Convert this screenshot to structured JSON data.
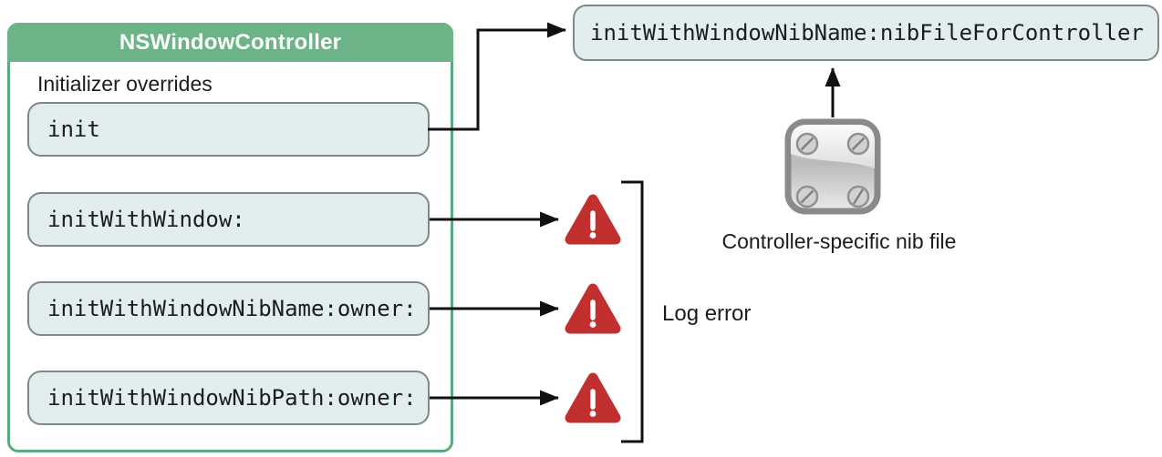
{
  "class_box": {
    "title": "NSWindowController",
    "section_label": "Initializer overrides",
    "methods": [
      "init",
      "initWithWindow:",
      "initWithWindowNibName:owner:",
      "initWithWindowNibPath:owner:"
    ]
  },
  "designated_initializer": {
    "label": "initWithWindowNibName:nibFileForController"
  },
  "annotations": {
    "log_error": "Log error",
    "nib_file": "Controller-specific nib file"
  },
  "icons": {
    "warning": "warning-icon",
    "nib_file": "nib-file-icon",
    "arrowhead": "arrowhead-icon"
  },
  "colors": {
    "header_green": "#6cb488",
    "border_green": "#58ab7f",
    "method_fill": "#e1eeed",
    "method_border": "#7f878a",
    "warning_red": "#c12f2f",
    "connector_black": "#111111"
  }
}
